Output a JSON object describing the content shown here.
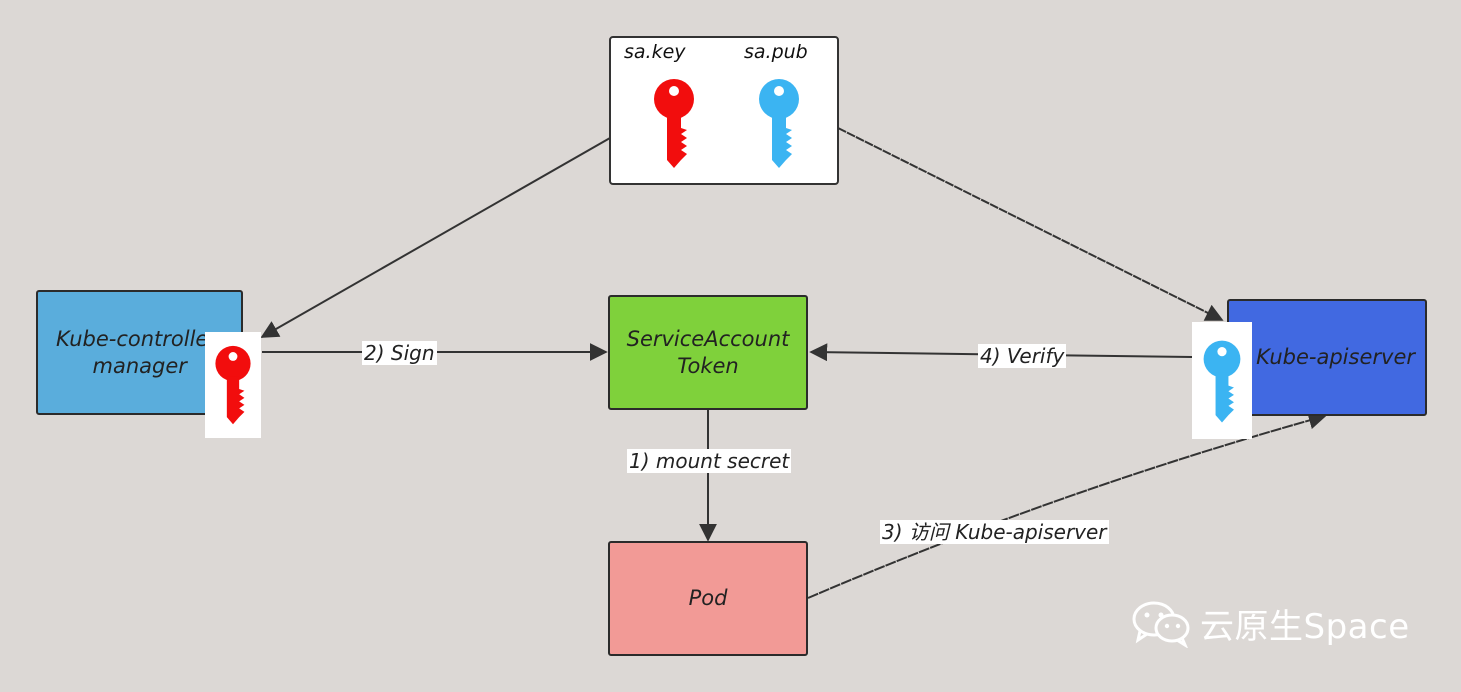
{
  "keys": {
    "private_label": "sa.key",
    "public_label": "sa.pub",
    "private_color": "#f20d0d",
    "public_color": "#3bb4f2"
  },
  "nodes": {
    "controller_manager": {
      "label": "Kube-controller-\nmanager",
      "color": "#5aaddc"
    },
    "sa_token": {
      "label": "ServiceAccount\nToken",
      "color": "#7fd13b"
    },
    "apiserver": {
      "label": "Kube-apiserver",
      "color": "#4169e1"
    },
    "pod": {
      "label": "Pod",
      "color": "#f29a96"
    }
  },
  "edges": {
    "sign": "2) Sign",
    "verify": "4) Verify",
    "mount": "1) mount secret",
    "access": "3) 访问 Kube-apiserver"
  },
  "watermark": {
    "text": "云原生Space",
    "icon": "wechat-icon"
  }
}
